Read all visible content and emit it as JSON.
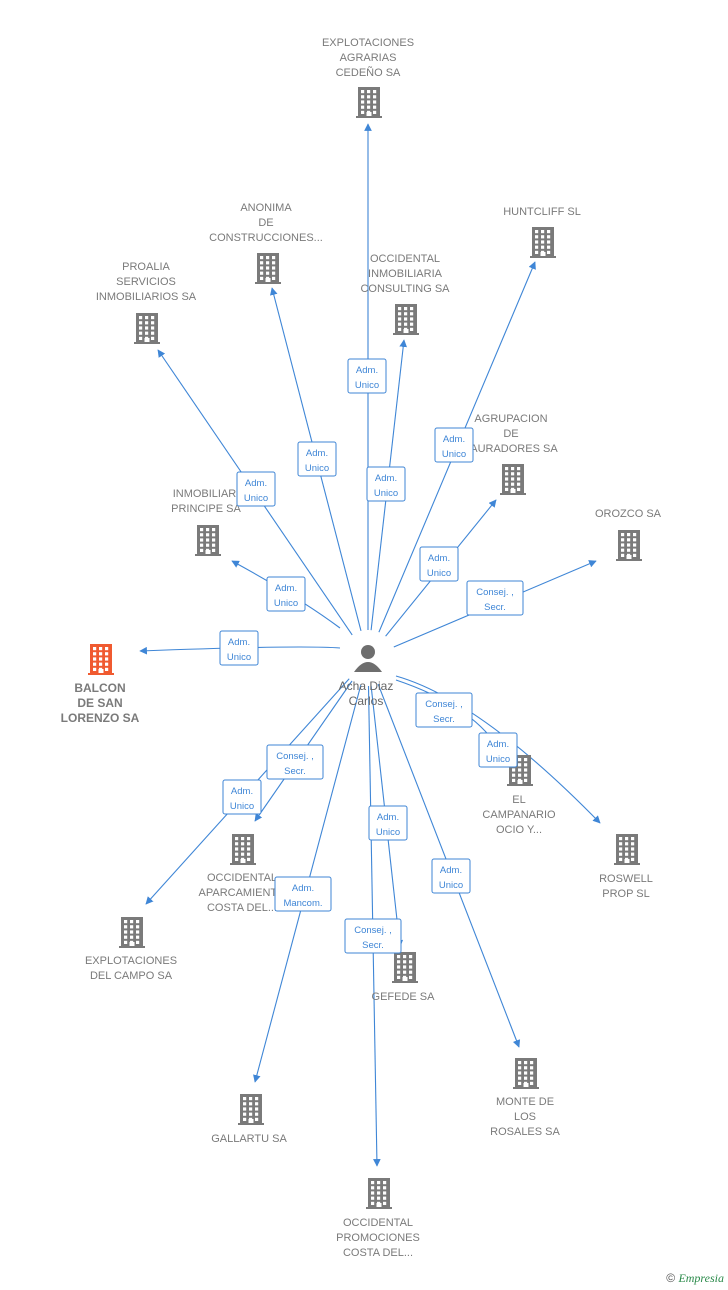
{
  "colors": {
    "edge": "#3f86d6",
    "building": "#7a7a7a",
    "main_building": "#f05a30",
    "person": "#6e6e6e"
  },
  "center": {
    "name_lines": [
      "Acha Diaz",
      "Carlos"
    ],
    "icon": "person-icon"
  },
  "main_company": {
    "label_lines": [
      "BALCON",
      "DE SAN",
      "LORENZO SA"
    ],
    "icon": "building-icon"
  },
  "companies": [
    {
      "id": "explotaciones-agrarias",
      "label_lines": [
        "EXPLOTACIONES",
        "AGRARIAS",
        "CEDEÑO SA"
      ]
    },
    {
      "id": "anonima-construcciones",
      "label_lines": [
        "ANONIMA",
        "DE",
        "CONSTRUCCIONES..."
      ]
    },
    {
      "id": "huntcliff",
      "label_lines": [
        "HUNTCLIFF SL"
      ]
    },
    {
      "id": "occidental-inmobiliaria",
      "label_lines": [
        "OCCIDENTAL",
        "INMOBILIARIA",
        "CONSULTING SA"
      ]
    },
    {
      "id": "proalia",
      "label_lines": [
        "PROALIA",
        "SERVICIOS",
        "INMOBILIARIOS SA"
      ]
    },
    {
      "id": "agrupacion",
      "label_lines": [
        "AGRUPACION",
        "DE",
        "TAURADORES SA"
      ]
    },
    {
      "id": "inmobiliaria-principe",
      "label_lines": [
        "INMOBILIARI",
        "PRINCIPE SA"
      ]
    },
    {
      "id": "orozco",
      "label_lines": [
        "OROZCO SA"
      ]
    },
    {
      "id": "el-campanario",
      "label_lines": [
        "EL",
        "CAMPANARIO",
        "OCIO Y..."
      ]
    },
    {
      "id": "roswell",
      "label_lines": [
        "ROSWELL",
        "PROP SL"
      ]
    },
    {
      "id": "occidental-aparcamientos",
      "label_lines": [
        "OCCIDENTAL",
        "APARCAMIENTO",
        "COSTA DEL..."
      ]
    },
    {
      "id": "explotaciones-campo",
      "label_lines": [
        "EXPLOTACIONES",
        "DEL CAMPO SA"
      ]
    },
    {
      "id": "gefede",
      "label_lines": [
        "GEFEDE SA"
      ]
    },
    {
      "id": "monte-rosales",
      "label_lines": [
        "MONTE DE",
        "LOS",
        "ROSALES SA"
      ]
    },
    {
      "id": "gallartu",
      "label_lines": [
        "GALLARTU SA"
      ]
    },
    {
      "id": "occidental-promociones",
      "label_lines": [
        "OCCIDENTAL",
        "PROMOCIONES",
        "COSTA DEL..."
      ]
    }
  ],
  "edges": [
    {
      "to": "explotaciones-agrarias",
      "badge_lines": [
        "Adm.",
        "Unico"
      ]
    },
    {
      "to": "anonima-construcciones",
      "badge_lines": [
        "Adm.",
        "Unico"
      ]
    },
    {
      "to": "huntcliff",
      "badge_lines": [
        "Adm.",
        "Unico"
      ]
    },
    {
      "to": "occidental-inmobiliaria",
      "badge_lines": [
        "Adm.",
        "Unico"
      ]
    },
    {
      "to": "proalia",
      "badge_lines": [
        "Adm.",
        "Unico"
      ]
    },
    {
      "to": "agrupacion",
      "badge_lines": [
        "Adm.",
        "Unico"
      ]
    },
    {
      "to": "inmobiliaria-principe",
      "badge_lines": [
        "Adm.",
        "Unico"
      ]
    },
    {
      "to": "orozco",
      "badge_lines": [
        "Consej. ,",
        "Secr."
      ]
    },
    {
      "to": "main",
      "badge_lines": [
        "Adm.",
        "Unico"
      ]
    },
    {
      "to": "el-campanario",
      "badge_lines": [
        "Adm.",
        "Unico"
      ]
    },
    {
      "to": "roswell",
      "badge_lines": [
        "Consej. ,",
        "Secr."
      ]
    },
    {
      "to": "occidental-aparcamientos",
      "badge_lines": [
        "Consej. ,",
        "Secr."
      ]
    },
    {
      "to": "explotaciones-campo",
      "badge_lines": [
        "Adm.",
        "Unico"
      ]
    },
    {
      "to": "gefede",
      "badge_lines": [
        "Adm.",
        "Unico"
      ]
    },
    {
      "to": "monte-rosales",
      "badge_lines": [
        "Adm.",
        "Unico"
      ]
    },
    {
      "to": "gallartu",
      "badge_lines": [
        "Adm.",
        "Mancom."
      ]
    },
    {
      "to": "occidental-promociones",
      "badge_lines": [
        "Consej. ,",
        "Secr."
      ]
    }
  ],
  "footer": {
    "copyright_symbol": "©",
    "brand": "Empresia"
  }
}
